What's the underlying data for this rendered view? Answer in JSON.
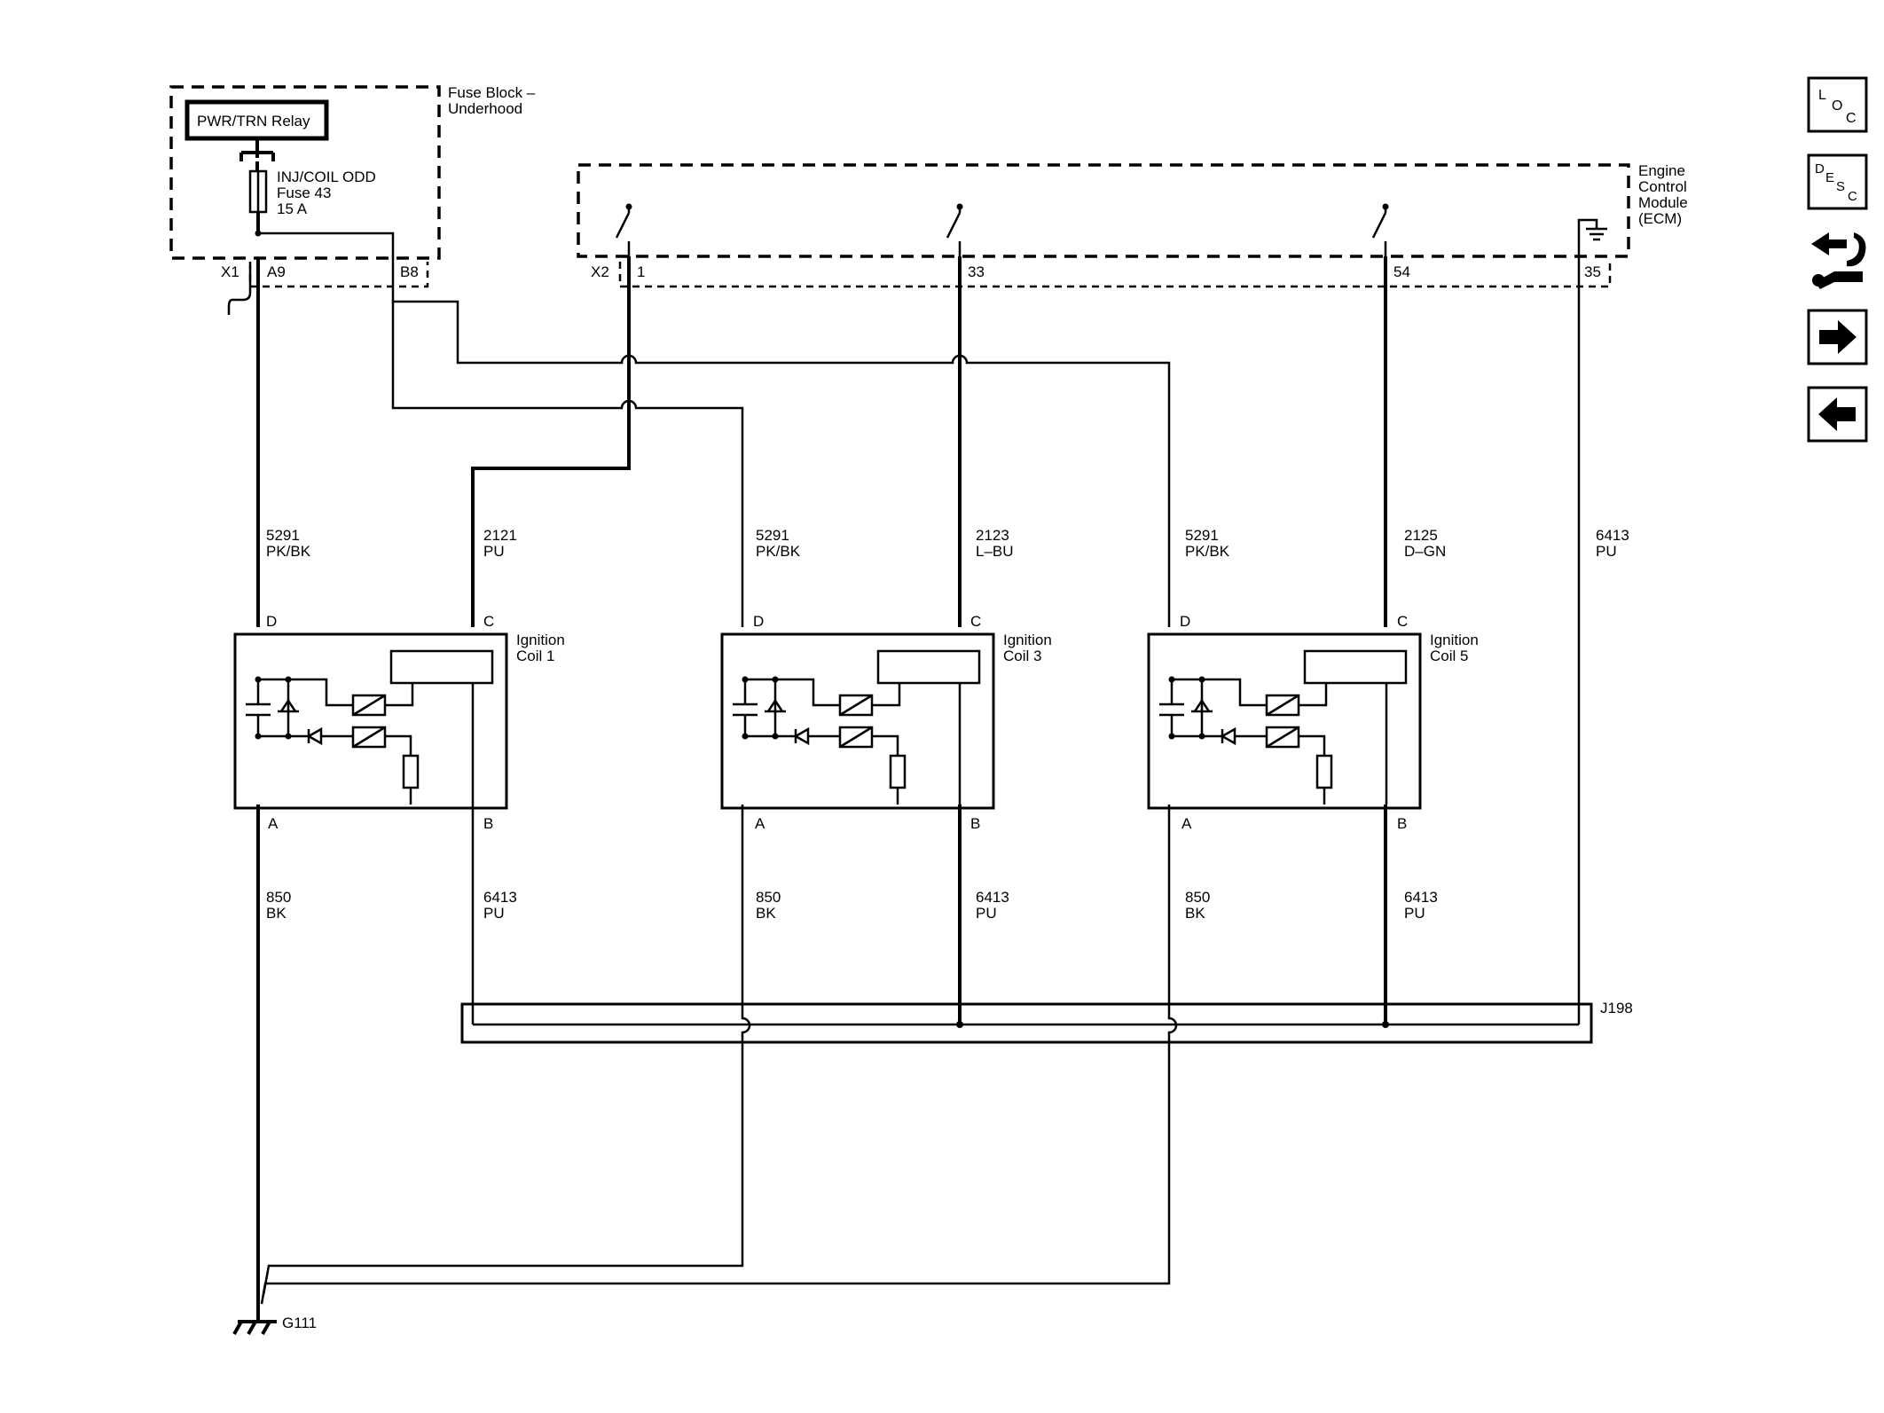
{
  "fuse_block": {
    "title_line1": "Fuse Block –",
    "title_line2": "Underhood",
    "relay_label": "PWR/TRN Relay",
    "fuse_name": "INJ/COIL ODD",
    "fuse_number": "Fuse 43",
    "fuse_rating": "15 A",
    "connector": "X1",
    "pin_a9": "A9",
    "pin_b8": "B8"
  },
  "ecm": {
    "title_line1": "Engine",
    "title_line2": "Control",
    "title_line3": "Module",
    "title_line4": "(ECM)",
    "connector": "X2",
    "pin_1": "1",
    "pin_33": "33",
    "pin_54": "54",
    "pin_35": "35"
  },
  "wires": {
    "w5291_num": "5291",
    "w5291_color": "PK/BK",
    "w2121_num": "2121",
    "w2121_color": "PU",
    "w2123_num": "2123",
    "w2123_color": "L–BU",
    "w2125_num": "2125",
    "w2125_color": "D–GN",
    "w6413_num": "6413",
    "w6413_color": "PU",
    "w850_num": "850",
    "w850_color": "BK"
  },
  "coils": [
    {
      "title_line1": "Ignition",
      "title_line2": "Coil 1"
    },
    {
      "title_line1": "Ignition",
      "title_line2": "Coil 3"
    },
    {
      "title_line1": "Ignition",
      "title_line2": "Coil 5"
    }
  ],
  "coil_pins": {
    "d": "D",
    "c": "C",
    "a": "A",
    "b": "B"
  },
  "splice": "J198",
  "ground": "G111",
  "nav": {
    "loc_l": "L",
    "loc_o": "O",
    "loc_c": "C",
    "desc_d": "D",
    "desc_e": "E",
    "desc_s": "S",
    "desc_c": "C"
  }
}
